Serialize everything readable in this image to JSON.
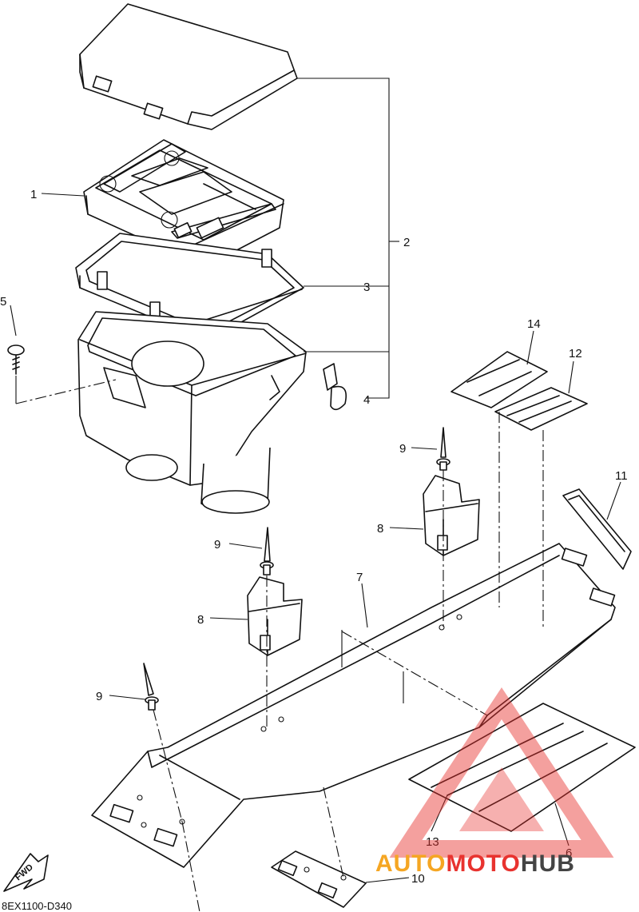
{
  "diagram": {
    "callouts": [
      "1",
      "2",
      "3",
      "4",
      "5",
      "6",
      "7",
      "8",
      "8",
      "9",
      "9",
      "9",
      "10",
      "11",
      "12",
      "13",
      "14"
    ],
    "part_code": "8EX1100-D340",
    "fwd_label": "FWD"
  },
  "watermark": {
    "brand_part1": "AUTO",
    "brand_part2": "MOTO",
    "brand_part3": "HUB",
    "colors": {
      "orange": "#f5a623",
      "red": "#e8332f",
      "gray": "#444444"
    }
  }
}
